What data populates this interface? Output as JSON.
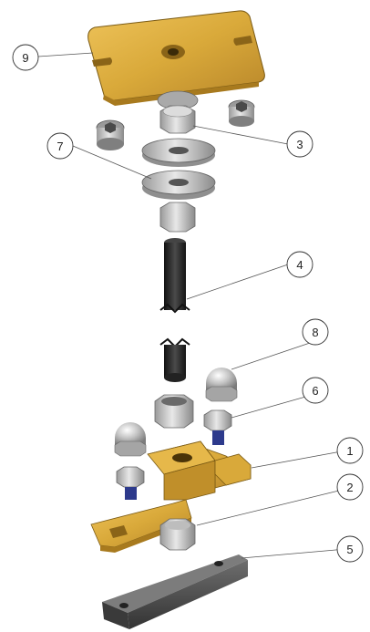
{
  "callouts": {
    "c1": "1",
    "c2": "2",
    "c3": "3",
    "c4": "4",
    "c5": "5",
    "c6": "6",
    "c7": "7",
    "c8": "8",
    "c9": "9"
  },
  "colors": {
    "brass": "#d9a93a",
    "brass_dark": "#a87a1e",
    "steel": "#c9c9c9",
    "steel_dark": "#8c8c8c",
    "rod": "#2b2b2b",
    "rail": "#4a4a4a",
    "blue_patch": "#2d3a8c"
  }
}
